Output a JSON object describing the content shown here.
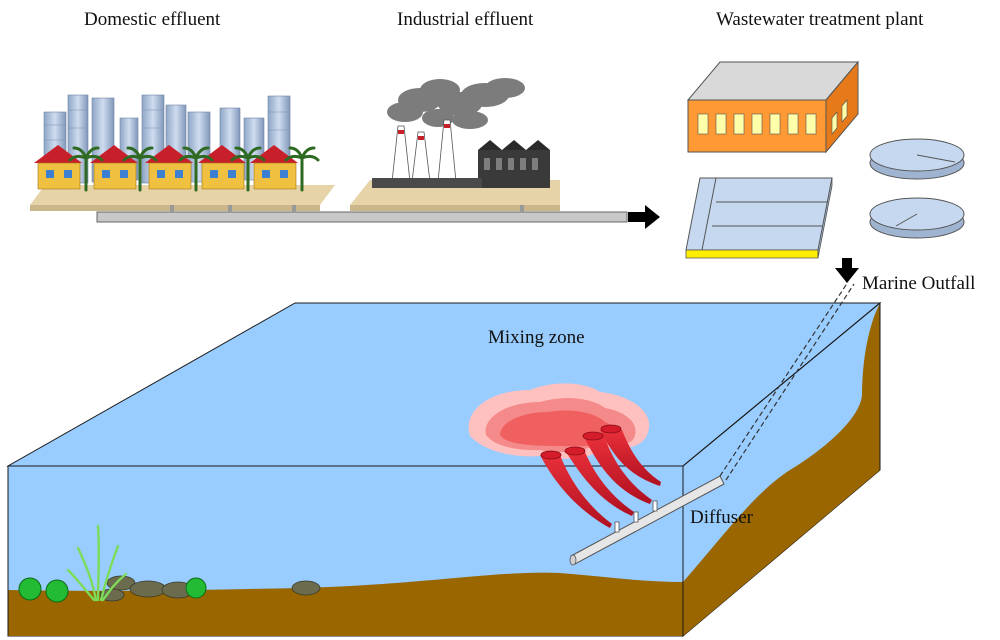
{
  "labels": {
    "domestic": "Domestic effluent",
    "industrial": "Industrial effluent",
    "treatment_plant": "Wastewater treatment plant",
    "outfall": "Marine Outfall",
    "mixing_zone": "Mixing zone",
    "diffuser": "Diffuser"
  },
  "colors": {
    "water": "#99ccff",
    "sediment": "#996600",
    "plume_outer": "#ffc0c0",
    "plume_inner": "#e8303a",
    "plant_building": "#ff9933",
    "plant_tank": "#c6d8f0",
    "pipe": "#c8c8c8"
  }
}
